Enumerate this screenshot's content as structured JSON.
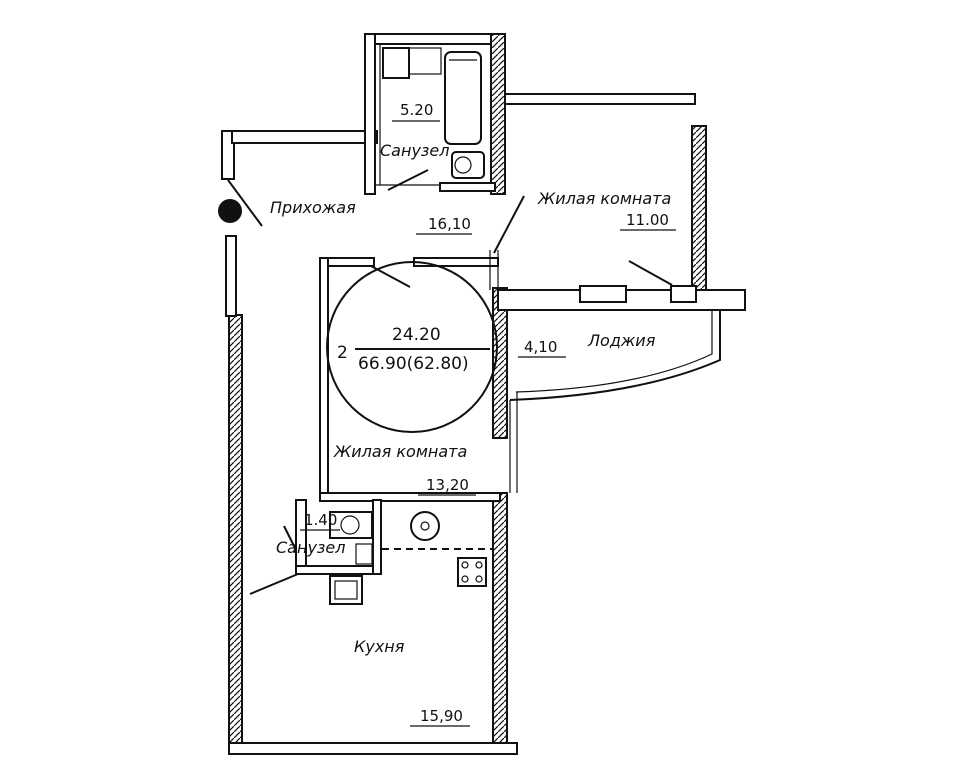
{
  "apartment": {
    "rooms_count": "2",
    "living_area": "24.20",
    "total_area": "66.90(62.80)"
  },
  "rooms": {
    "bathroom_1": {
      "label": "Санузел",
      "area": "5.20"
    },
    "hallway": {
      "label": "Прихожая",
      "area": "16,10"
    },
    "living_room_1": {
      "label": "Жилая комната",
      "area": "11.00"
    },
    "loggia": {
      "label": "Лоджия",
      "area": "4,10"
    },
    "living_room_2": {
      "label": "Жилая комната",
      "area": "13,20"
    },
    "bathroom_2": {
      "label": "Санузел",
      "area": "1.40"
    },
    "kitchen": {
      "label": "Кухня",
      "area": "15,90"
    }
  },
  "colors": {
    "ink": "#111111",
    "background": "#ffffff"
  }
}
